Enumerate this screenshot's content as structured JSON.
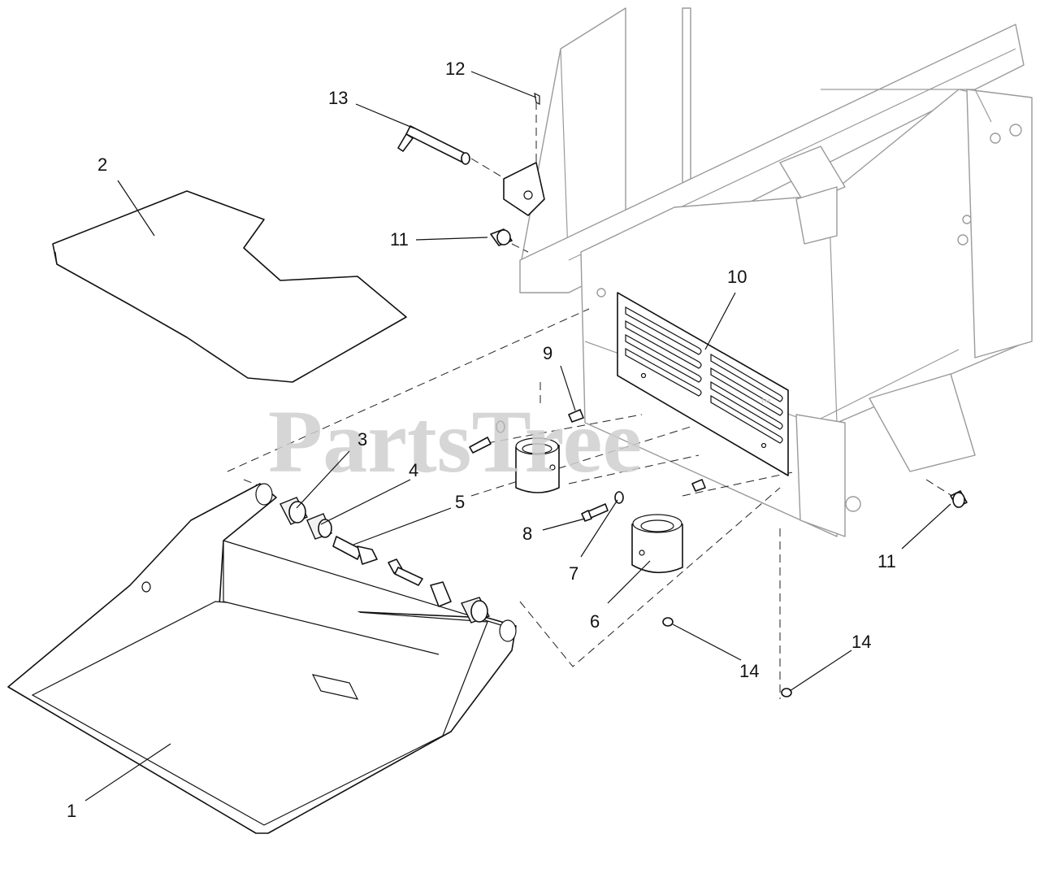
{
  "watermark": {
    "text": "PartsTree",
    "trademark": "™"
  },
  "callouts": [
    "1",
    "2",
    "3",
    "4",
    "5",
    "6",
    "7",
    "8",
    "9",
    "10",
    "11",
    "11",
    "12",
    "13",
    "14",
    "14"
  ]
}
